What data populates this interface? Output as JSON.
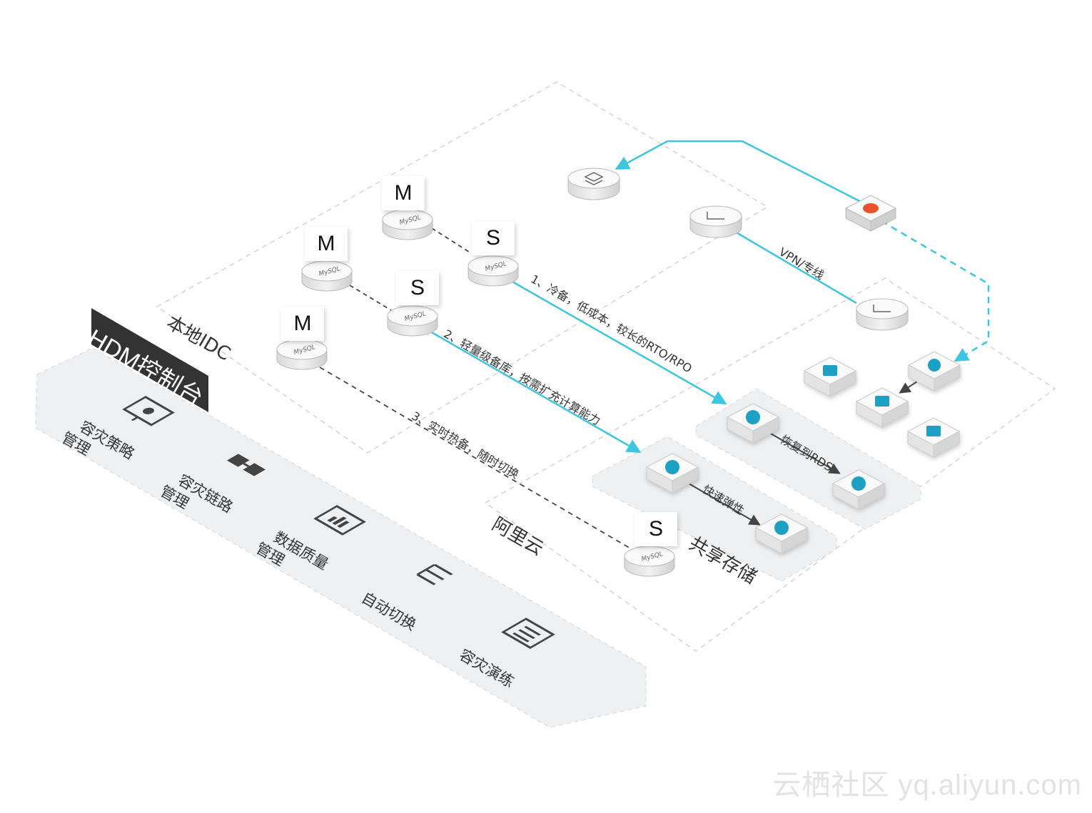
{
  "labels": {
    "local_idc": "本地IDC",
    "aliyun": "阿里云",
    "shared_storage": "共享存储",
    "vpn": "VPN/专线",
    "restore_rds": "恢复到RDS",
    "fast_elastic": "快速弹性",
    "path1": "1、冷备，低成本，较长的RTO/RPO",
    "path2": "2、轻量级备库，按需扩充计算能力",
    "path3": "3、实时热备，随时切换"
  },
  "db_roles": {
    "m1": "M",
    "m2": "M",
    "m3": "M",
    "s1": "S",
    "s2": "S",
    "s3": "S"
  },
  "mysql_logo": "MySQL",
  "hdm": {
    "title": "HDM控制台",
    "items": [
      {
        "line1": "容灾策略",
        "line2": "管理",
        "icon": "monitor-gear-icon"
      },
      {
        "line1": "容灾链路",
        "line2": "管理",
        "icon": "link-icon"
      },
      {
        "line1": "数据质量",
        "line2": "管理",
        "icon": "chart-screen-icon"
      },
      {
        "line1": "自动切换",
        "line2": "",
        "icon": "db-switch-icon"
      },
      {
        "line1": "容灾演练",
        "line2": "",
        "icon": "list-document-icon"
      }
    ]
  },
  "watermark": "云栖社区 yq.aliyun.com",
  "colors": {
    "accent": "#3ec6e0",
    "dashed": "#cccccc",
    "panel": "#eef0f2",
    "dark": "#333333"
  }
}
